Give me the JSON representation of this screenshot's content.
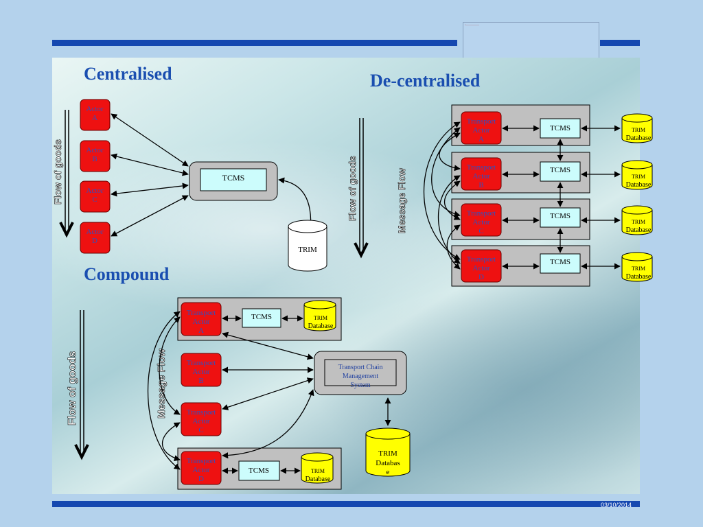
{
  "slide": {
    "date": "03/10/2014"
  },
  "colors": {
    "background": "#b4d2ec",
    "bar": "#1548b0",
    "heading": "#1a4eb0",
    "actor": "#ee1111",
    "tcms_box": "#ccfcfc",
    "trim": "#ffff00",
    "container": "#c0c0c0"
  },
  "centralised": {
    "heading": "Centralised",
    "flow_label": "Flow of goods",
    "actors": [
      {
        "line1": "Actor",
        "line2": "A"
      },
      {
        "line1": "Actor",
        "line2": "B"
      },
      {
        "line1": "Actor",
        "line2": "C"
      },
      {
        "line1": "Actor",
        "line2": "D"
      }
    ],
    "tcms": "TCMS",
    "trim": "TRIM"
  },
  "decentralised": {
    "heading": "De-centralised",
    "flow_label": "Flow of goods",
    "message_label": "Message Flow",
    "rows": [
      {
        "actor_line1": "Transport",
        "actor_line2": "Actor",
        "actor_line3": "A",
        "tcms": "TCMS",
        "db_line1": "TRIM",
        "db_line2": "Database"
      },
      {
        "actor_line1": "Transport",
        "actor_line2": "Actor",
        "actor_line3": "B",
        "tcms": "TCMS",
        "db_line1": "TRIM",
        "db_line2": "Database"
      },
      {
        "actor_line1": "Transport",
        "actor_line2": "Actor",
        "actor_line3": "C",
        "tcms": "TCMS",
        "db_line1": "TRIM",
        "db_line2": "Database"
      },
      {
        "actor_line1": "Transport",
        "actor_line2": "Actor",
        "actor_line3": "D",
        "tcms": "TCMS",
        "db_line1": "TRIM",
        "db_line2": "Database"
      }
    ]
  },
  "compound": {
    "heading": "Compound",
    "flow_label": "Flow of goods",
    "message_label": "Message Flow",
    "actor_a": {
      "line1": "Transport",
      "line2": "Actor",
      "line3": "A",
      "tcms": "TCMS",
      "db_line1": "TRIM",
      "db_line2": "Database"
    },
    "actor_b": {
      "line1": "Transport",
      "line2": "Actor",
      "line3": "B"
    },
    "actor_c": {
      "line1": "Transport",
      "line2": "Actor",
      "line3": "C"
    },
    "actor_d": {
      "line1": "Transport",
      "line2": "Actor",
      "line3": "D",
      "tcms": "TCMS",
      "db_line1": "TRIM",
      "db_line2": "Database"
    },
    "tcms_system": {
      "line1": "Transport Chain",
      "line2": "Management",
      "line3": "System"
    },
    "trim_db": {
      "line1": "TRIM",
      "line2": "Databas",
      "line3": "e"
    }
  }
}
